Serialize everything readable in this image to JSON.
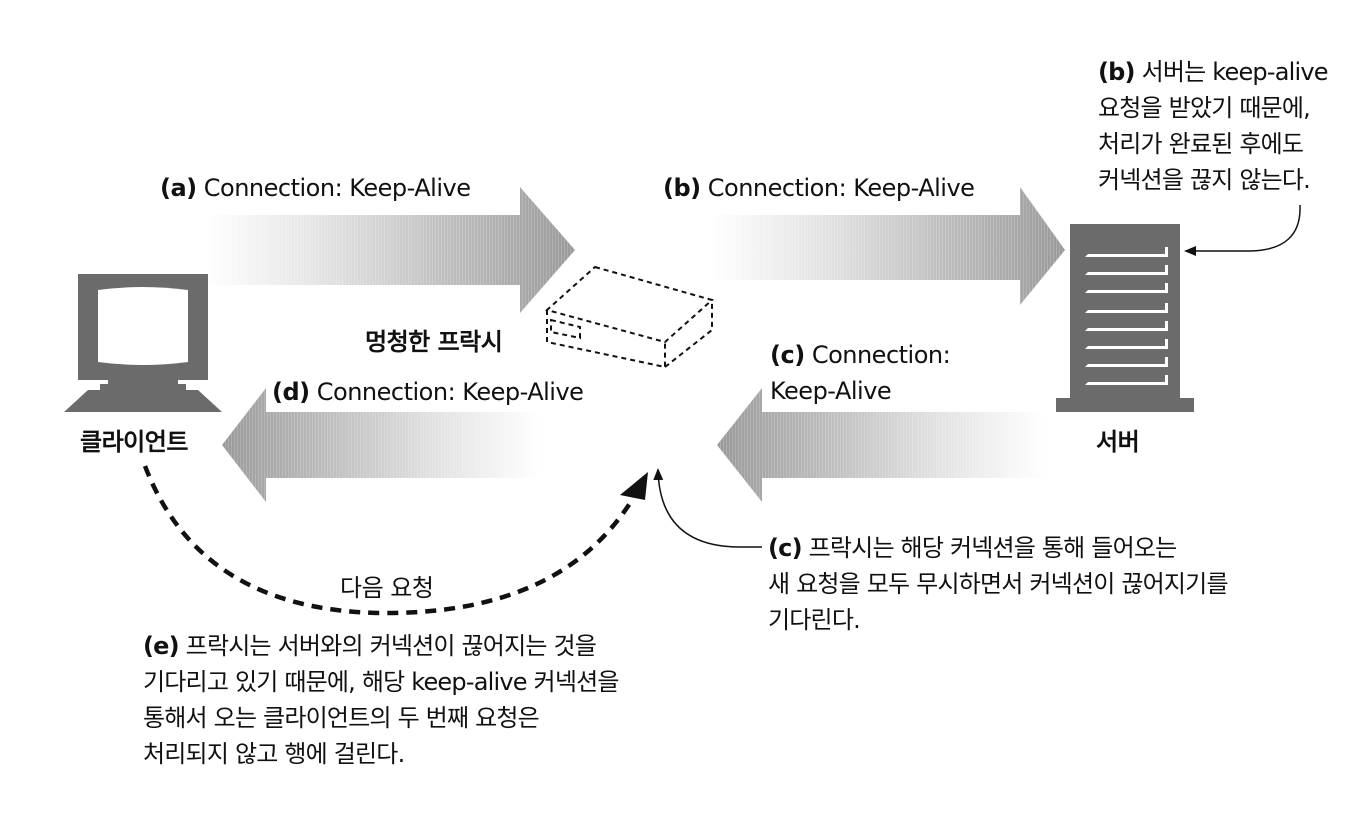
{
  "nodes": {
    "client": {
      "label": "클라이언트",
      "icon": "computer-icon"
    },
    "proxy": {
      "label": "멍청한 프락시",
      "icon": "proxy-box-icon"
    },
    "server": {
      "label": "서버",
      "icon": "server-icon"
    }
  },
  "arrows": {
    "a": {
      "tag": "(a)",
      "text": "Connection: Keep-Alive",
      "direction": "right"
    },
    "b": {
      "tag": "(b)",
      "text": "Connection: Keep-Alive",
      "direction": "right"
    },
    "c": {
      "tag": "(c)",
      "line1": "Connection:",
      "line2": "Keep-Alive",
      "direction": "left"
    },
    "d": {
      "tag": "(d)",
      "text": "Connection: Keep-Alive",
      "direction": "left"
    }
  },
  "next_request": {
    "label": "다음 요청"
  },
  "notes": {
    "b": {
      "tag": "(b)",
      "lines": [
        "서버는 keep-alive",
        "요청을 받았기 때문에,",
        "처리가 완료된 후에도",
        "커넥션을 끊지 않는다."
      ]
    },
    "c": {
      "tag": "(c)",
      "lines": [
        "프락시는 해당 커넥션을 통해 들어오는",
        "새 요청을 모두 무시하면서 커넥션이 끊어지기를",
        "기다린다."
      ]
    },
    "e": {
      "tag": "(e)",
      "lines": [
        "프락시는 서버와의 커넥션이 끊어지는 것을",
        "기다리고 있기 때문에, 해당 keep-alive 커넥션을",
        "통해서 오는 클라이언트의 두 번째 요청은",
        "처리되지 않고 행에 걸린다."
      ]
    }
  },
  "colors": {
    "icon_gray": "#6b6b6b",
    "arrow_dark": "#9a9a9a",
    "arrow_light": "#ffffff",
    "text": "#111111"
  }
}
